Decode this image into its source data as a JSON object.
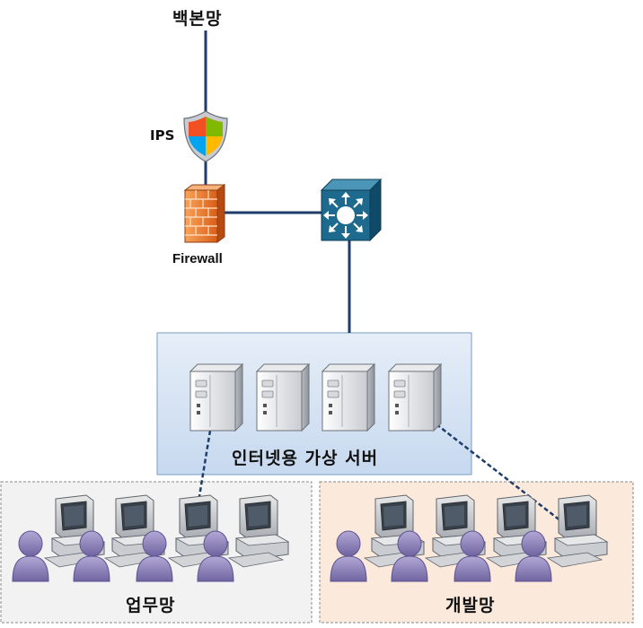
{
  "labels": {
    "backbone": "백본망",
    "ips": "IPS",
    "firewall": "Firewall",
    "server_zone": "인터넷용 가상 서버",
    "work_network": "업무망",
    "dev_network": "개발망"
  },
  "colors": {
    "link": "#1f3d6b",
    "server_zone_fill": "#d3e1f2",
    "server_zone_border": "#7a9cc6",
    "work_zone_fill": "#f2f2f2",
    "dev_zone_fill": "#fbeadb",
    "switch_fill": "#1d6a8e",
    "firewall": "#f07a2a",
    "user": "#8f84b8"
  },
  "icons": [
    "shield-icon",
    "firewall-icon",
    "switch-icon",
    "server-icon",
    "workstation-icon",
    "user-icon"
  ]
}
